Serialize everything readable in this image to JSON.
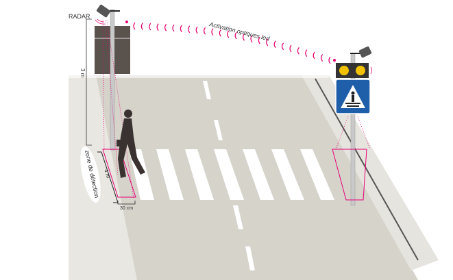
{
  "labels": {
    "radar": "RADAR",
    "activation": "Activation optiques led",
    "height": "3 m",
    "zone": "zone de détection",
    "length": "4 m",
    "width": "30 cm"
  },
  "colors": {
    "road": "#d6d3cb",
    "sidewalk": "#e9e7e1",
    "pole": "#c9c9c9",
    "panel": "#5a524d",
    "signal": "#e60073",
    "sign_blue": "#1f5ea8",
    "led": "#f2c200"
  }
}
